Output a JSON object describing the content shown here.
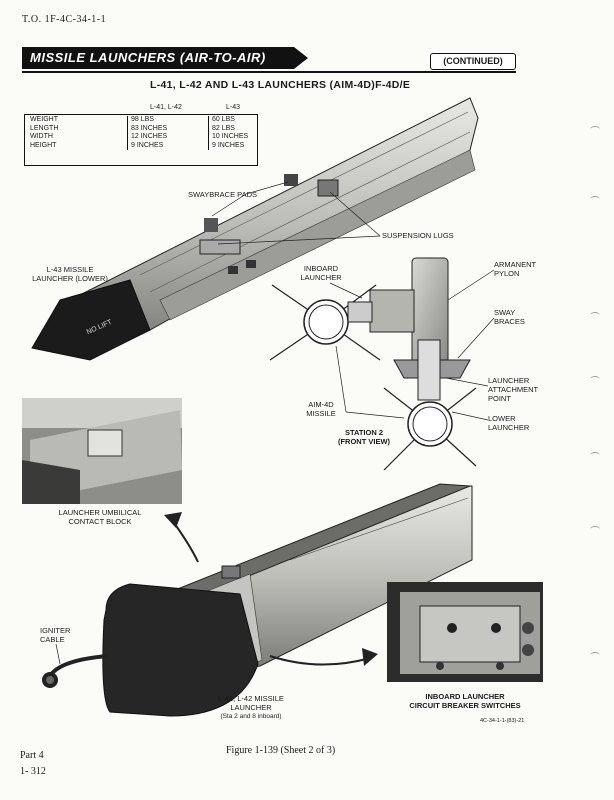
{
  "header": {
    "to_number": "T.O. 1F-4C-34-1-1",
    "banner_title": "MISSILE LAUNCHERS (AIR-TO-AIR)",
    "continued": "(CONTINUED)"
  },
  "subtitle": "L-41, L-42 AND L-43 LAUNCHERS (AIM-4D)F-4D/E",
  "specs": {
    "col1_head": "L-41, L-42",
    "col2_head": "L-43",
    "rows": [
      {
        "label": "WEIGHT",
        "c1": "98 LBS",
        "c2": "60 LBS"
      },
      {
        "label": "LENGTH",
        "c1": "83 INCHES",
        "c2": "82 LBS"
      },
      {
        "label": "WIDTH",
        "c1": "12 INCHES",
        "c2": "10 INCHES"
      },
      {
        "label": "HEIGHT",
        "c1": "9 INCHES",
        "c2": "9 INCHES"
      }
    ]
  },
  "callouts": {
    "swaybrace_pads": "SWAYBRACE PADS",
    "suspension_lugs": "SUSPENSION LUGS",
    "l43_launcher": [
      "L-43 MISSILE",
      "LAUNCHER (LOWER)"
    ],
    "inboard_launcher": [
      "INBOARD",
      "LAUNCHER"
    ],
    "armament_pylon": [
      "ARMANENT",
      "PYLON"
    ],
    "sway_braces": [
      "SWAY",
      "BRACES"
    ],
    "launcher_attachment": [
      "LAUNCHER",
      "ATTACHMENT",
      "POINT"
    ],
    "lower_launcher": [
      "LOWER",
      "LAUNCHER"
    ],
    "aim4d_missile": [
      "AIM-4D",
      "MISSILE"
    ],
    "station2": [
      "STATION 2",
      "(FRONT VIEW)"
    ],
    "umbilical": [
      "LAUNCHER UMBILICAL",
      "CONTACT BLOCK"
    ],
    "igniter_cable": [
      "IGNITER",
      "CABLE"
    ],
    "l41_l42_launcher": [
      "L-41, L-42 MISSILE",
      "LAUNCHER",
      "(Sta 2 and 8 inboard)"
    ],
    "inboard_cb": [
      "INBOARD LAUNCHER",
      "CIRCUIT BREAKER SWITCHES"
    ],
    "no_lift": "NO LIFT",
    "ref_code": "4C-34-1-1-(83)-21"
  },
  "footer": {
    "part": "Part 4",
    "page": "1- 312",
    "figure_caption": "Figure 1-139 (Sheet 2 of 3)"
  }
}
